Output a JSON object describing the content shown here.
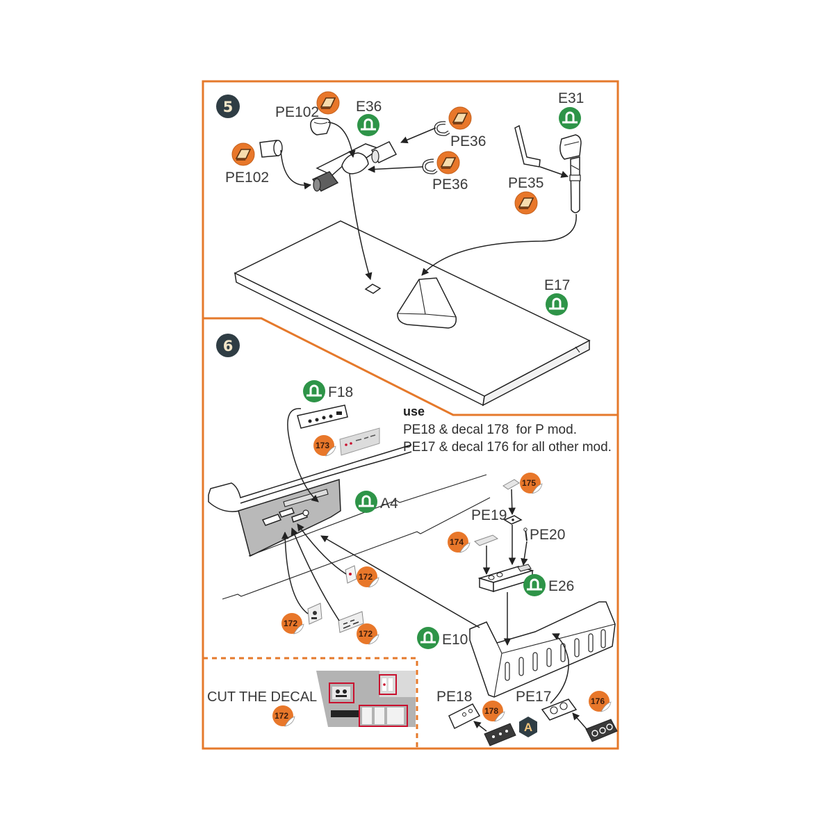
{
  "colors": {
    "frame": "#e5792b",
    "step_badge": "#2f3d44",
    "plastic_part": "#2e9448",
    "photo_etched_part": "#e8772a",
    "decal": "#e8772a",
    "decal_highlight": "#c8102e"
  },
  "icons": {
    "step": "step-number-badge",
    "plastic": "plastic-part-icon",
    "photo_etched": "photo-etched-part-icon",
    "decal": "decal-icon",
    "subassembly": "subassembly-badge"
  },
  "step5": {
    "number": "5",
    "parts": {
      "pe102_top": "PE102",
      "e36": "E36",
      "pe102_left": "PE102",
      "pe36_top": "PE36",
      "pe36_bottom": "PE36",
      "e31": "E31",
      "pe35": "PE35",
      "e17": "E17"
    }
  },
  "step6": {
    "number": "6",
    "parts": {
      "f18": "F18",
      "a4": "A4",
      "pe19": "PE19",
      "pe20": "PE20",
      "e26": "E26",
      "e10": "E10",
      "pe18": "PE18",
      "pe17": "PE17"
    },
    "decals": {
      "d173": "173",
      "d175": "175",
      "d174": "174",
      "d172_upper": "172",
      "d172_left": "172",
      "d172_lower": "172",
      "d178": "178",
      "d176": "176"
    },
    "note": {
      "heading": "use",
      "line1": "PE18 & decal 178  for P mod.",
      "line2": "PE17 & decal 176 for all other mod."
    },
    "subassembly": "A",
    "cut_decal": {
      "instruction": "CUT THE DECAL",
      "decal": "172"
    }
  }
}
